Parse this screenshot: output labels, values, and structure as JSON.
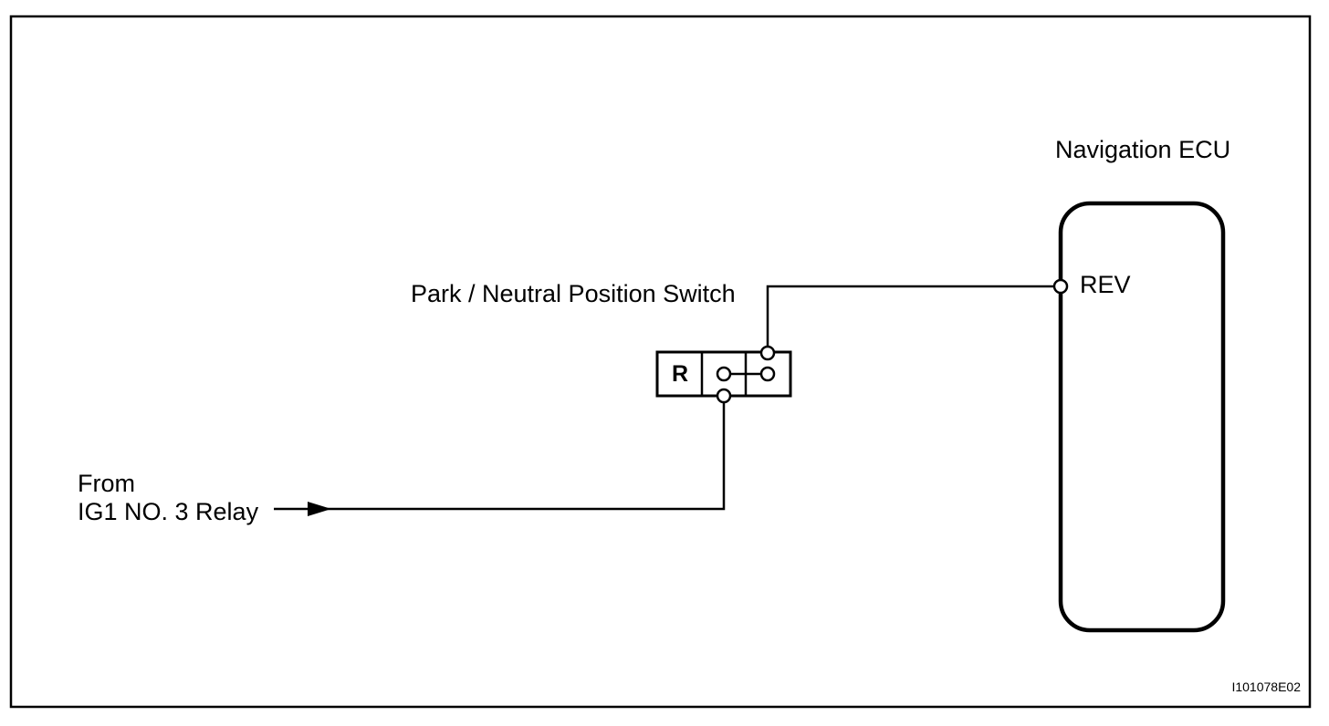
{
  "diagram": {
    "type": "wiring-schematic",
    "colors": {
      "line": "#000000",
      "background": "#ffffff"
    },
    "ecu": {
      "title": "Navigation ECU",
      "terminal_label": "REV"
    },
    "switch": {
      "title": "Park / Neutral Position Switch",
      "position_label": "R",
      "contacts": "closed between center and right terminal"
    },
    "source": {
      "line1": "From",
      "line2": "IG1 NO. 3 Relay"
    },
    "figure_code": "I101078E02"
  }
}
